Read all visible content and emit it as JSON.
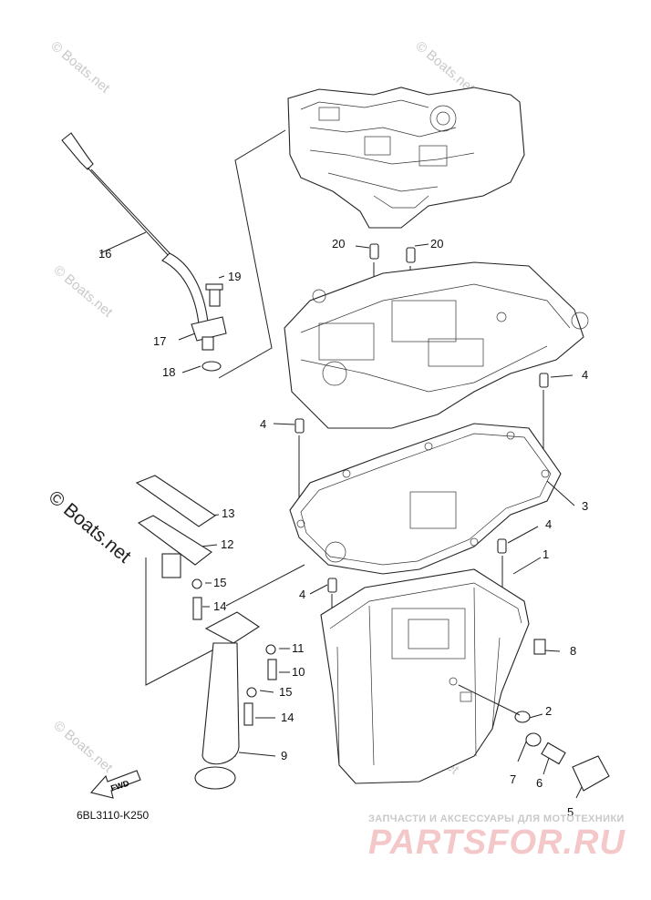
{
  "diagram": {
    "code": "6BL3110-K250",
    "fwd_label": "FWD",
    "watermarks": {
      "small": "© Boats.net",
      "large": "© Boats.net"
    },
    "brand_small": "ЗАПЧАСТИ И АКСЕССУАРЫ ДЛЯ МОТОТЕХНИКИ",
    "brand_large": "PARTSFOR.RU",
    "callouts": [
      "1",
      "2",
      "3",
      "4",
      "4",
      "4",
      "4",
      "5",
      "6",
      "7",
      "8",
      "9",
      "10",
      "11",
      "12",
      "13",
      "14",
      "14",
      "15",
      "15",
      "16",
      "17",
      "18",
      "19",
      "20",
      "20"
    ]
  }
}
